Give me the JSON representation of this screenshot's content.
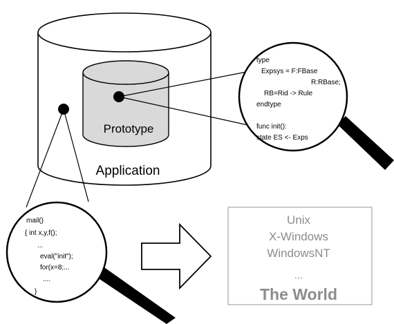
{
  "application": {
    "label": "Application"
  },
  "prototype": {
    "label": "Prototype"
  },
  "type_code_lines": [
    "type",
    "Expsys = F:FBase",
    "R:RBase;",
    "RB=Rid -> Rule",
    "endtype",
    "",
    "func init():",
    "state ES <- Exps"
  ],
  "app_code_lines": [
    "mail()",
    "{ int x,y,f();",
    "...",
    "eval(\"init\");",
    "for(x=8;...",
    "....",
    "}"
  ],
  "world": {
    "lines": [
      "Unix",
      "X-Windows",
      "WindowsNT",
      "..."
    ],
    "title": "The World"
  },
  "colors": {
    "prototype_fill": "#d9d9d9",
    "world_text": "#8c8c8c",
    "world_border": "#a6a6a6"
  }
}
